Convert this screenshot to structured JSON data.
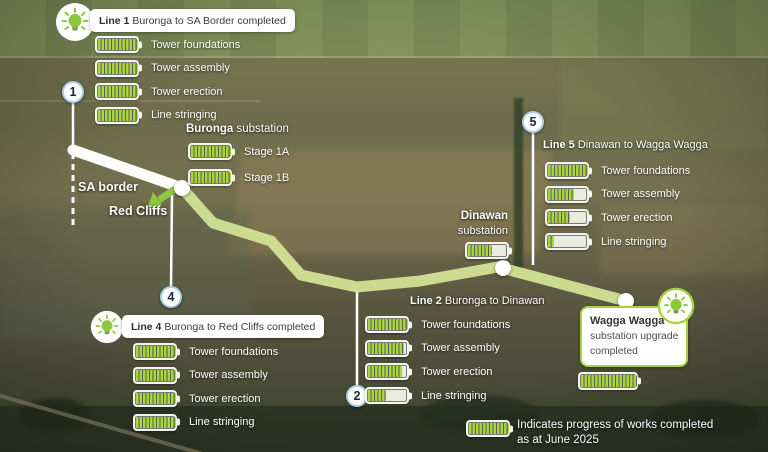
{
  "colors": {
    "accent_green": "#8dc63f",
    "bar_green": "#a9d53f",
    "route_green": "#d2e294",
    "route_white": "#fdfdfb",
    "marker_ring_blue": "#abcfe7",
    "text_dark": "#3c3c3c"
  },
  "map_labels": {
    "sa_border": "SA border",
    "red_cliffs": "Red Cliffs",
    "buronga_bold": "Buronga",
    "buronga_rest": " substation",
    "dinawan_bold": "Dinawan",
    "dinawan_rest": "substation"
  },
  "markers": {
    "m1": "1",
    "m2": "2",
    "m4": "4",
    "m5": "5"
  },
  "panels": {
    "line1": {
      "title_bold": "Line 1",
      "title_rest": "Buronga to SA Border completed",
      "bars": [
        {
          "label": "Tower foundations",
          "pct": 100
        },
        {
          "label": "Tower assembly",
          "pct": 100
        },
        {
          "label": "Tower erection",
          "pct": 100
        },
        {
          "label": "Line stringing",
          "pct": 100
        }
      ]
    },
    "buronga_stages": {
      "bars": [
        {
          "label": "Stage 1A",
          "pct": 100
        },
        {
          "label": "Stage 1B",
          "pct": 100
        }
      ]
    },
    "line4": {
      "title_bold": "Line 4",
      "title_rest": "Buronga to Red Cliffs completed",
      "bars": [
        {
          "label": "Tower foundations",
          "pct": 100
        },
        {
          "label": "Tower assembly",
          "pct": 100
        },
        {
          "label": "Tower erection",
          "pct": 100
        },
        {
          "label": "Line stringing",
          "pct": 100
        }
      ]
    },
    "line2": {
      "title_bold": "Line 2",
      "title_rest": " Buronga to Dinawan",
      "bars": [
        {
          "label": "Tower foundations",
          "pct": 100
        },
        {
          "label": "Tower assembly",
          "pct": 90
        },
        {
          "label": "Tower erection",
          "pct": 85
        },
        {
          "label": "Line stringing",
          "pct": 45
        }
      ]
    },
    "line5": {
      "title_bold": "Line 5",
      "title_rest": " Dinawan to Wagga Wagga",
      "bars": [
        {
          "label": "Tower foundations",
          "pct": 100
        },
        {
          "label": "Tower assembly",
          "pct": 65
        },
        {
          "label": "Tower erection",
          "pct": 55
        },
        {
          "label": "Line stringing",
          "pct": 15
        }
      ]
    },
    "dinawan_bar": {
      "pct": 60
    },
    "wagga": {
      "title": "Wagga Wagga",
      "line2": "substation upgrade",
      "line3": "completed",
      "pct": 100
    }
  },
  "legend": {
    "pct": 100,
    "line1": "Indicates progress of works completed",
    "line2": "as at June 2025"
  }
}
